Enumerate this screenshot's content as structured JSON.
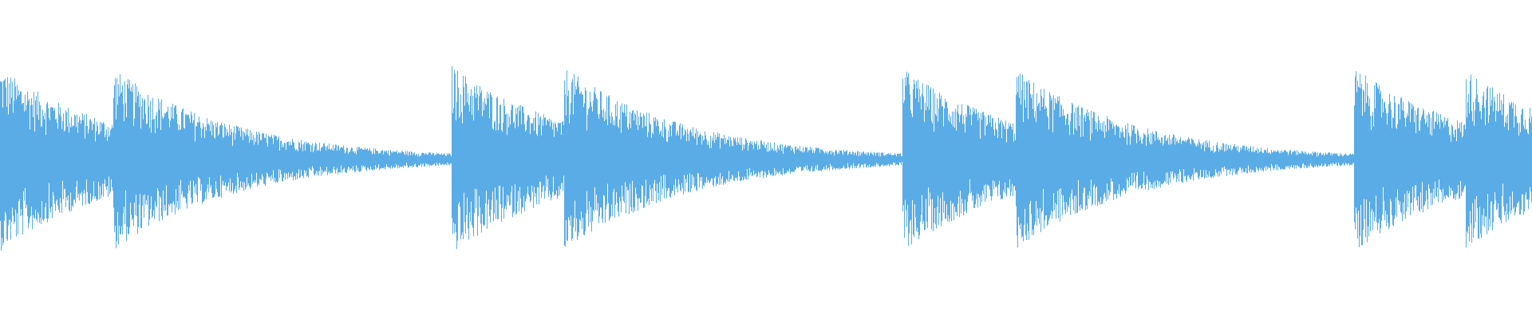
{
  "waveform": {
    "color": "#5aace6",
    "background": "#ffffff",
    "amplitude_peak": 0.95,
    "hits": [
      {
        "t": 0.0,
        "amp": 0.97,
        "decay": 0.045
      },
      {
        "t": 0.074,
        "amp": 0.96,
        "decay": 0.045
      },
      {
        "t": 0.148,
        "amp": 0.07,
        "decay": 0.004
      },
      {
        "t": 0.184,
        "amp": 0.07,
        "decay": 0.004
      },
      {
        "t": 0.222,
        "amp": 0.05,
        "decay": 0.003
      },
      {
        "t": 0.258,
        "amp": 0.05,
        "decay": 0.003
      },
      {
        "t": 0.295,
        "amp": 1.0,
        "decay": 0.045
      },
      {
        "t": 0.368,
        "amp": 0.98,
        "decay": 0.045
      },
      {
        "t": 0.442,
        "amp": 0.06,
        "decay": 0.004
      },
      {
        "t": 0.479,
        "amp": 0.06,
        "decay": 0.004
      },
      {
        "t": 0.516,
        "amp": 0.05,
        "decay": 0.003
      },
      {
        "t": 0.552,
        "amp": 0.05,
        "decay": 0.003
      },
      {
        "t": 0.589,
        "amp": 0.97,
        "decay": 0.045
      },
      {
        "t": 0.663,
        "amp": 0.95,
        "decay": 0.045
      },
      {
        "t": 0.736,
        "amp": 0.06,
        "decay": 0.004
      },
      {
        "t": 0.774,
        "amp": 0.05,
        "decay": 0.004
      },
      {
        "t": 0.81,
        "amp": 0.05,
        "decay": 0.003
      },
      {
        "t": 0.847,
        "amp": 0.05,
        "decay": 0.003
      },
      {
        "t": 0.884,
        "amp": 0.97,
        "decay": 0.045
      },
      {
        "t": 0.957,
        "amp": 0.95,
        "decay": 0.045
      }
    ]
  }
}
